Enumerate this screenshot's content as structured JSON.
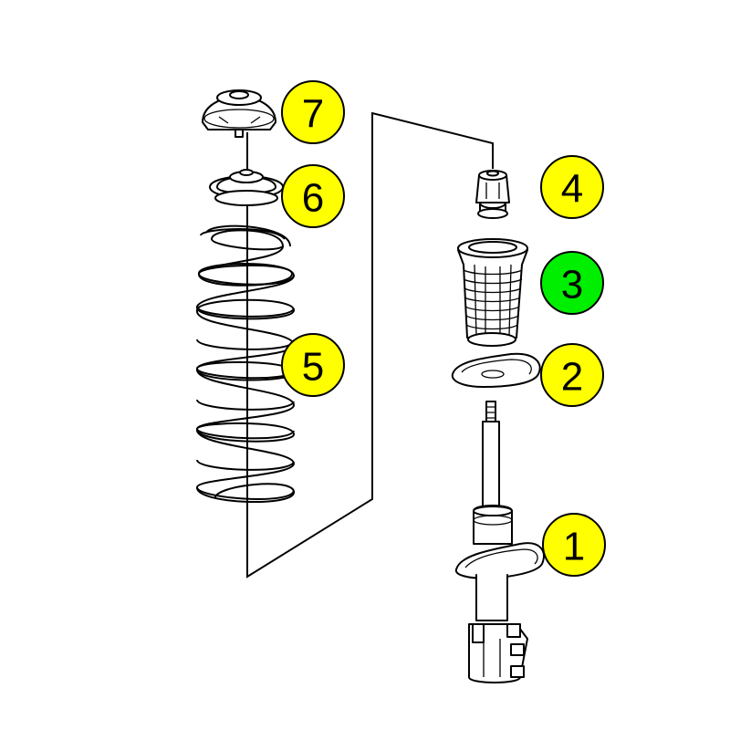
{
  "colors": {
    "badge_default": "#ffff00",
    "badge_highlight": "#00ee00",
    "line": "#000000",
    "background": "#ffffff"
  },
  "callouts": [
    {
      "id": "strut",
      "label": "1",
      "highlight": false
    },
    {
      "id": "lower-seat",
      "label": "2",
      "highlight": false
    },
    {
      "id": "boot",
      "label": "3",
      "highlight": true
    },
    {
      "id": "bump-stop",
      "label": "4",
      "highlight": false
    },
    {
      "id": "spring",
      "label": "5",
      "highlight": false
    },
    {
      "id": "upper-seat",
      "label": "6",
      "highlight": false
    },
    {
      "id": "top-mount",
      "label": "7",
      "highlight": false
    }
  ]
}
